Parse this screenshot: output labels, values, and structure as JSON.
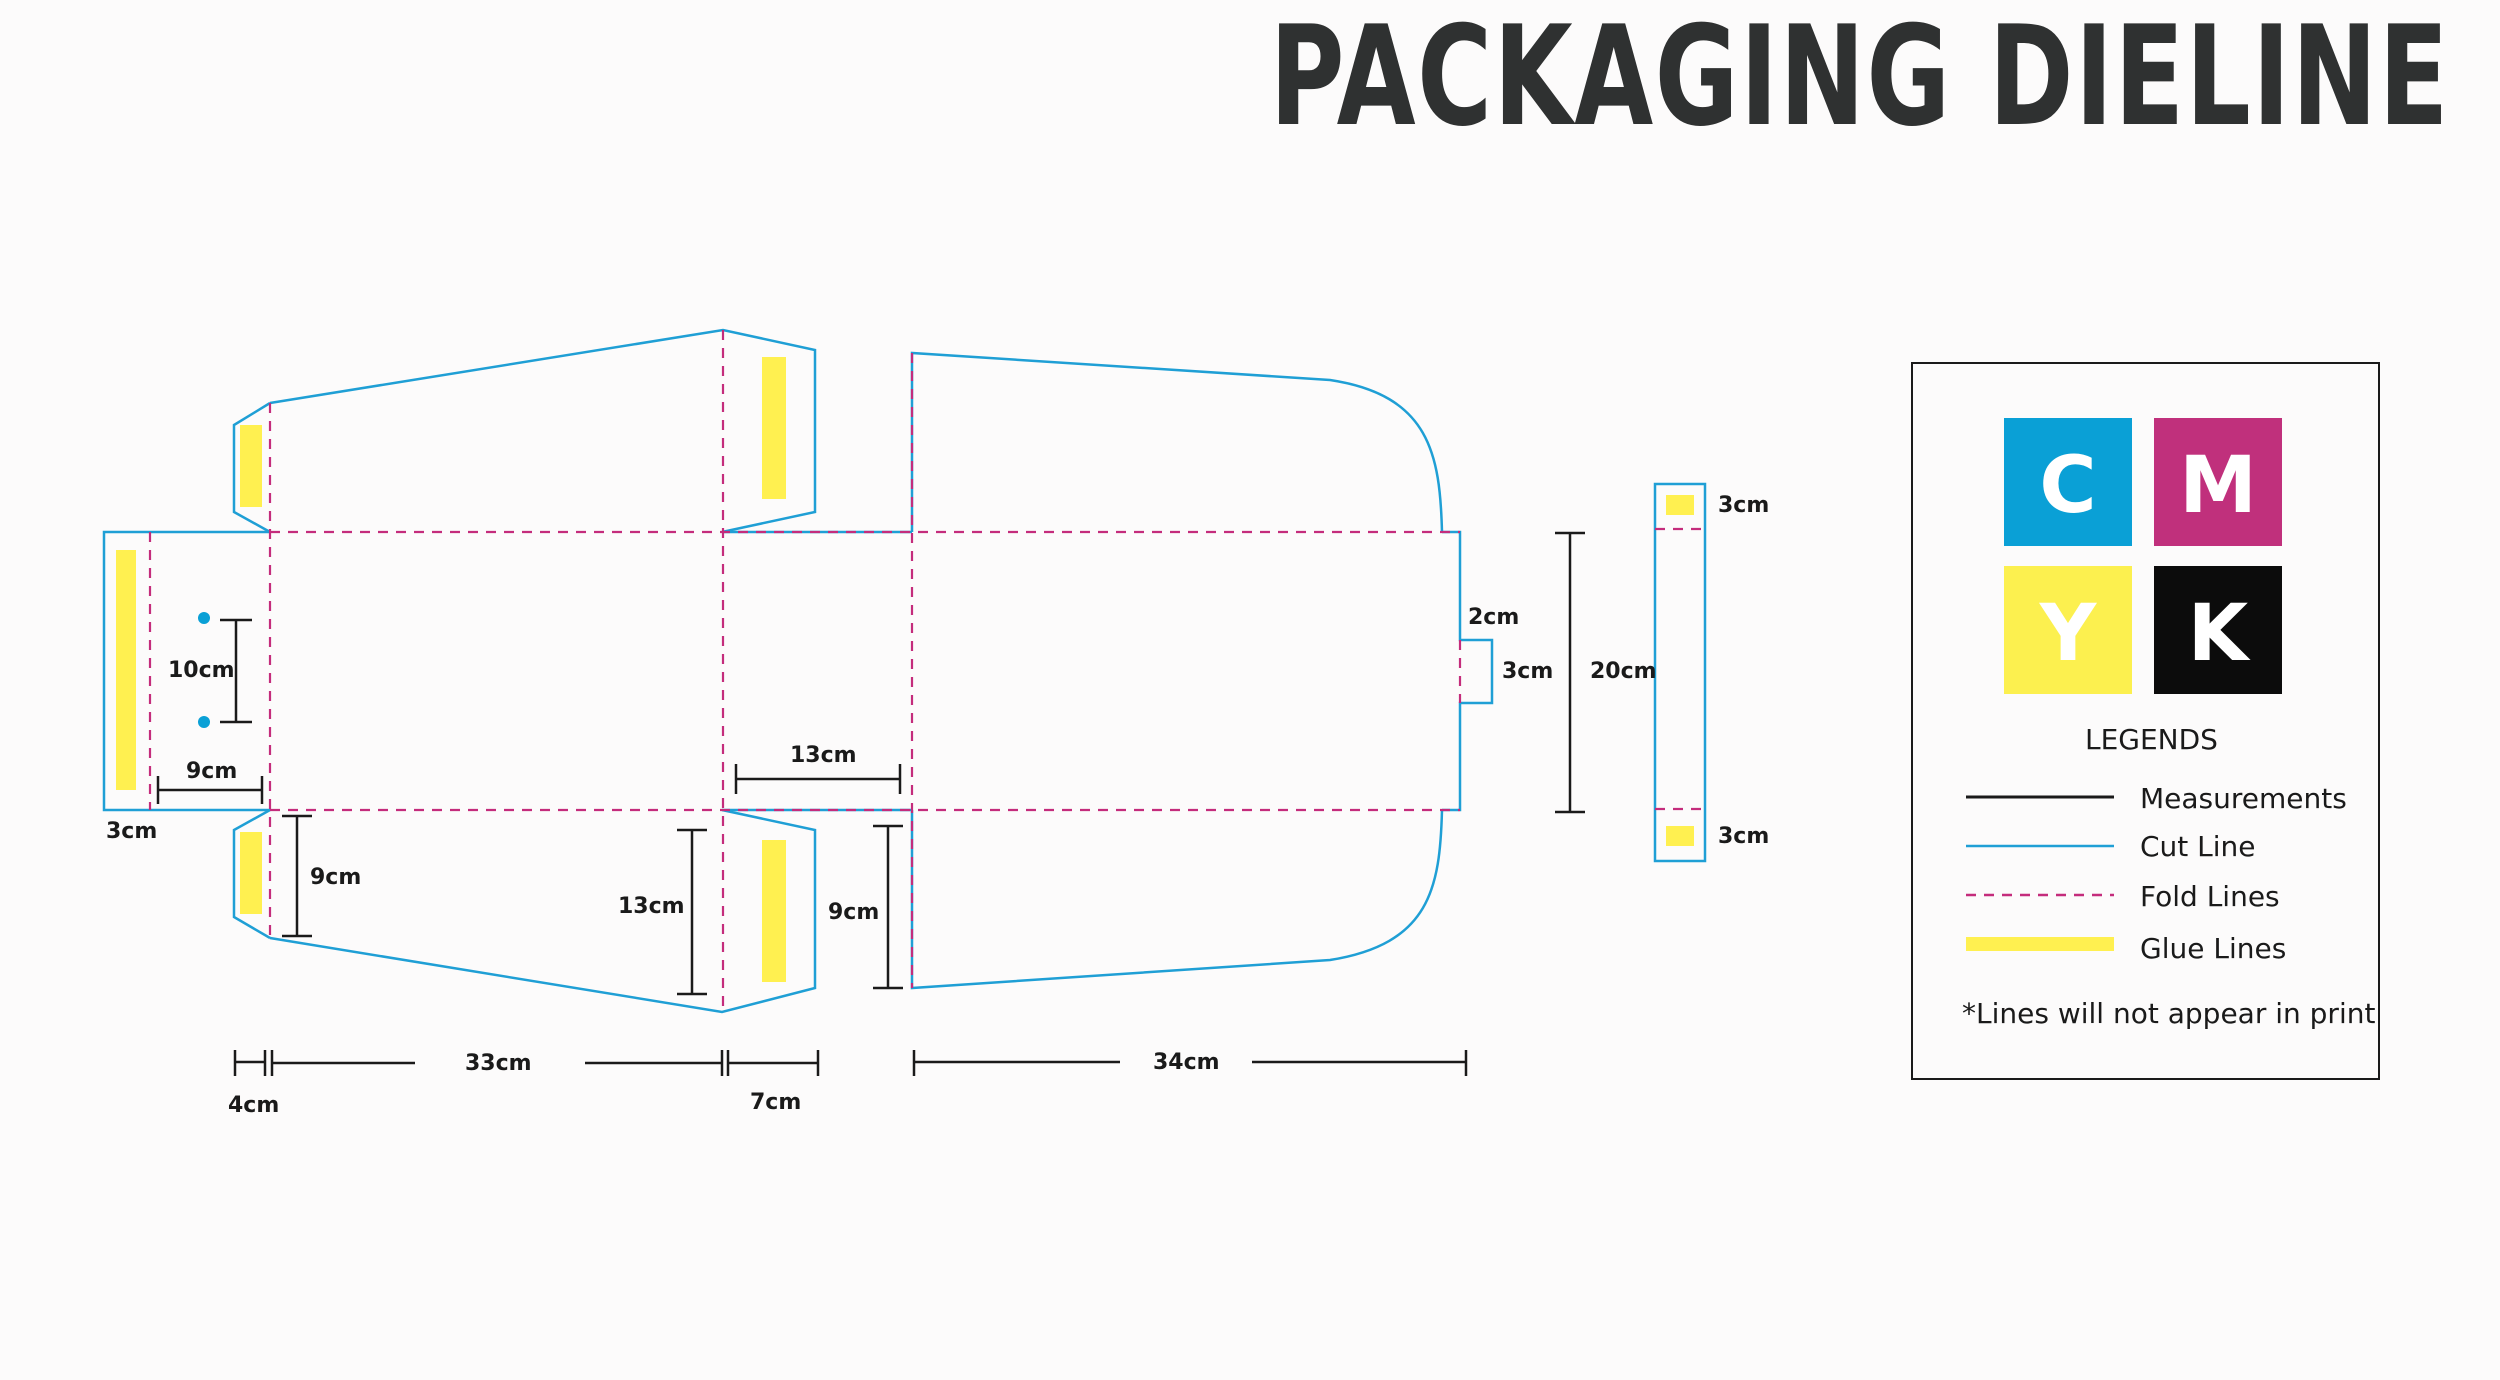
{
  "title": "PACKAGING DIELINE",
  "colors": {
    "cut": "#1f9fd5",
    "fold": "#c42c7c",
    "glue": "#fff050",
    "measure": "#1a1a1a",
    "cyan": "#0aa0d6",
    "magenta": "#c0307c",
    "yellow": "#fcf04f",
    "black": "#0c0c0c"
  },
  "measurements": {
    "flap_3cm": "3cm",
    "holes_10cm": "10cm",
    "flap_9cm": "9cm",
    "side_9cm": "9cm",
    "side_13cm": "13cm",
    "mid_13cm": "13cm",
    "right_9cm": "9cm",
    "tab_2cm": "2cm",
    "tab_3cm": "3cm",
    "height_20cm": "20cm",
    "strip_top_3cm": "3cm",
    "strip_bottom_3cm": "3cm",
    "bottom_4cm": "4cm",
    "bottom_33cm": "33cm",
    "bottom_7cm": "7cm",
    "bottom_34cm": "34cm"
  },
  "cmyk": [
    "C",
    "M",
    "Y",
    "K"
  ],
  "legend": {
    "heading": "LEGENDS",
    "items": [
      {
        "label": "Measurements",
        "style": "measure"
      },
      {
        "label": "Cut Line",
        "style": "cut"
      },
      {
        "label": "Fold Lines",
        "style": "fold"
      },
      {
        "label": "Glue Lines",
        "style": "glue"
      }
    ],
    "note": "*Lines will not appear in print"
  }
}
